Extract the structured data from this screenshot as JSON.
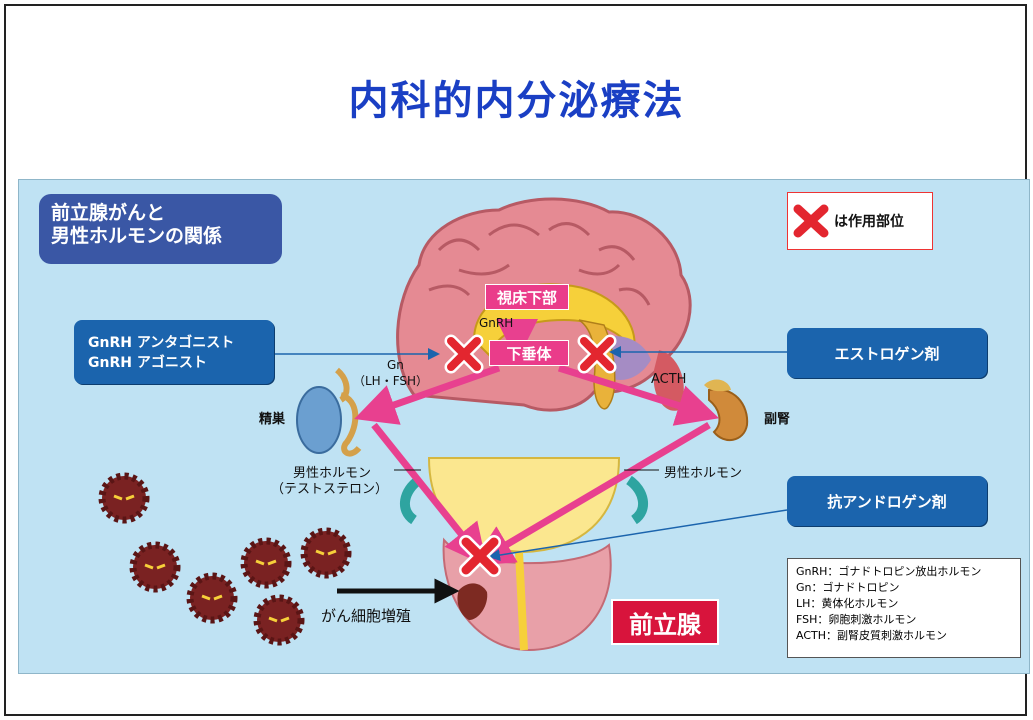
{
  "slide": {
    "title": "内科的内分泌療法"
  },
  "diagram": {
    "heading_line1": "前立腺がんと",
    "heading_line2": "男性ホルモンの関係",
    "legend_label": "は作用部位",
    "hypothalamus": "視床下部",
    "pituitary": "下垂体",
    "gnrh": "GnRH",
    "gn_line1": "Gn",
    "gn_line2": "（LH・FSH）",
    "acth": "ACTH",
    "testis": "精巣",
    "adrenal": "副腎",
    "androgen_left_line1": "男性ホルモン",
    "androgen_left_line2": "（テストステロン）",
    "androgen_right": "男性ホルモン",
    "cancer_growth": "がん細胞増殖",
    "prostate": "前立腺",
    "drug_gnrh_line1": "GnRH アンタゴニスト",
    "drug_gnrh_line2": "GnRH アゴニスト",
    "drug_estrogen": "エストロゲン剤",
    "drug_antiandrogen": "抗アンドロゲン剤",
    "glossary": [
      "GnRH：ゴナドトロピン放出ホルモン",
      "Gn：ゴナドトロピン",
      "LH：黄体化ホルモン",
      "FSH：卵胞刺激ホルモン",
      "ACTH：副腎皮質刺激ホルモン"
    ],
    "colors": {
      "panel": "#bfe2f3",
      "arrow": "#e8408f",
      "drug_box": "#1b64ad",
      "cross": "#e3262f",
      "prostate_tag": "#d8143c",
      "title": "#1a3fc4"
    }
  }
}
